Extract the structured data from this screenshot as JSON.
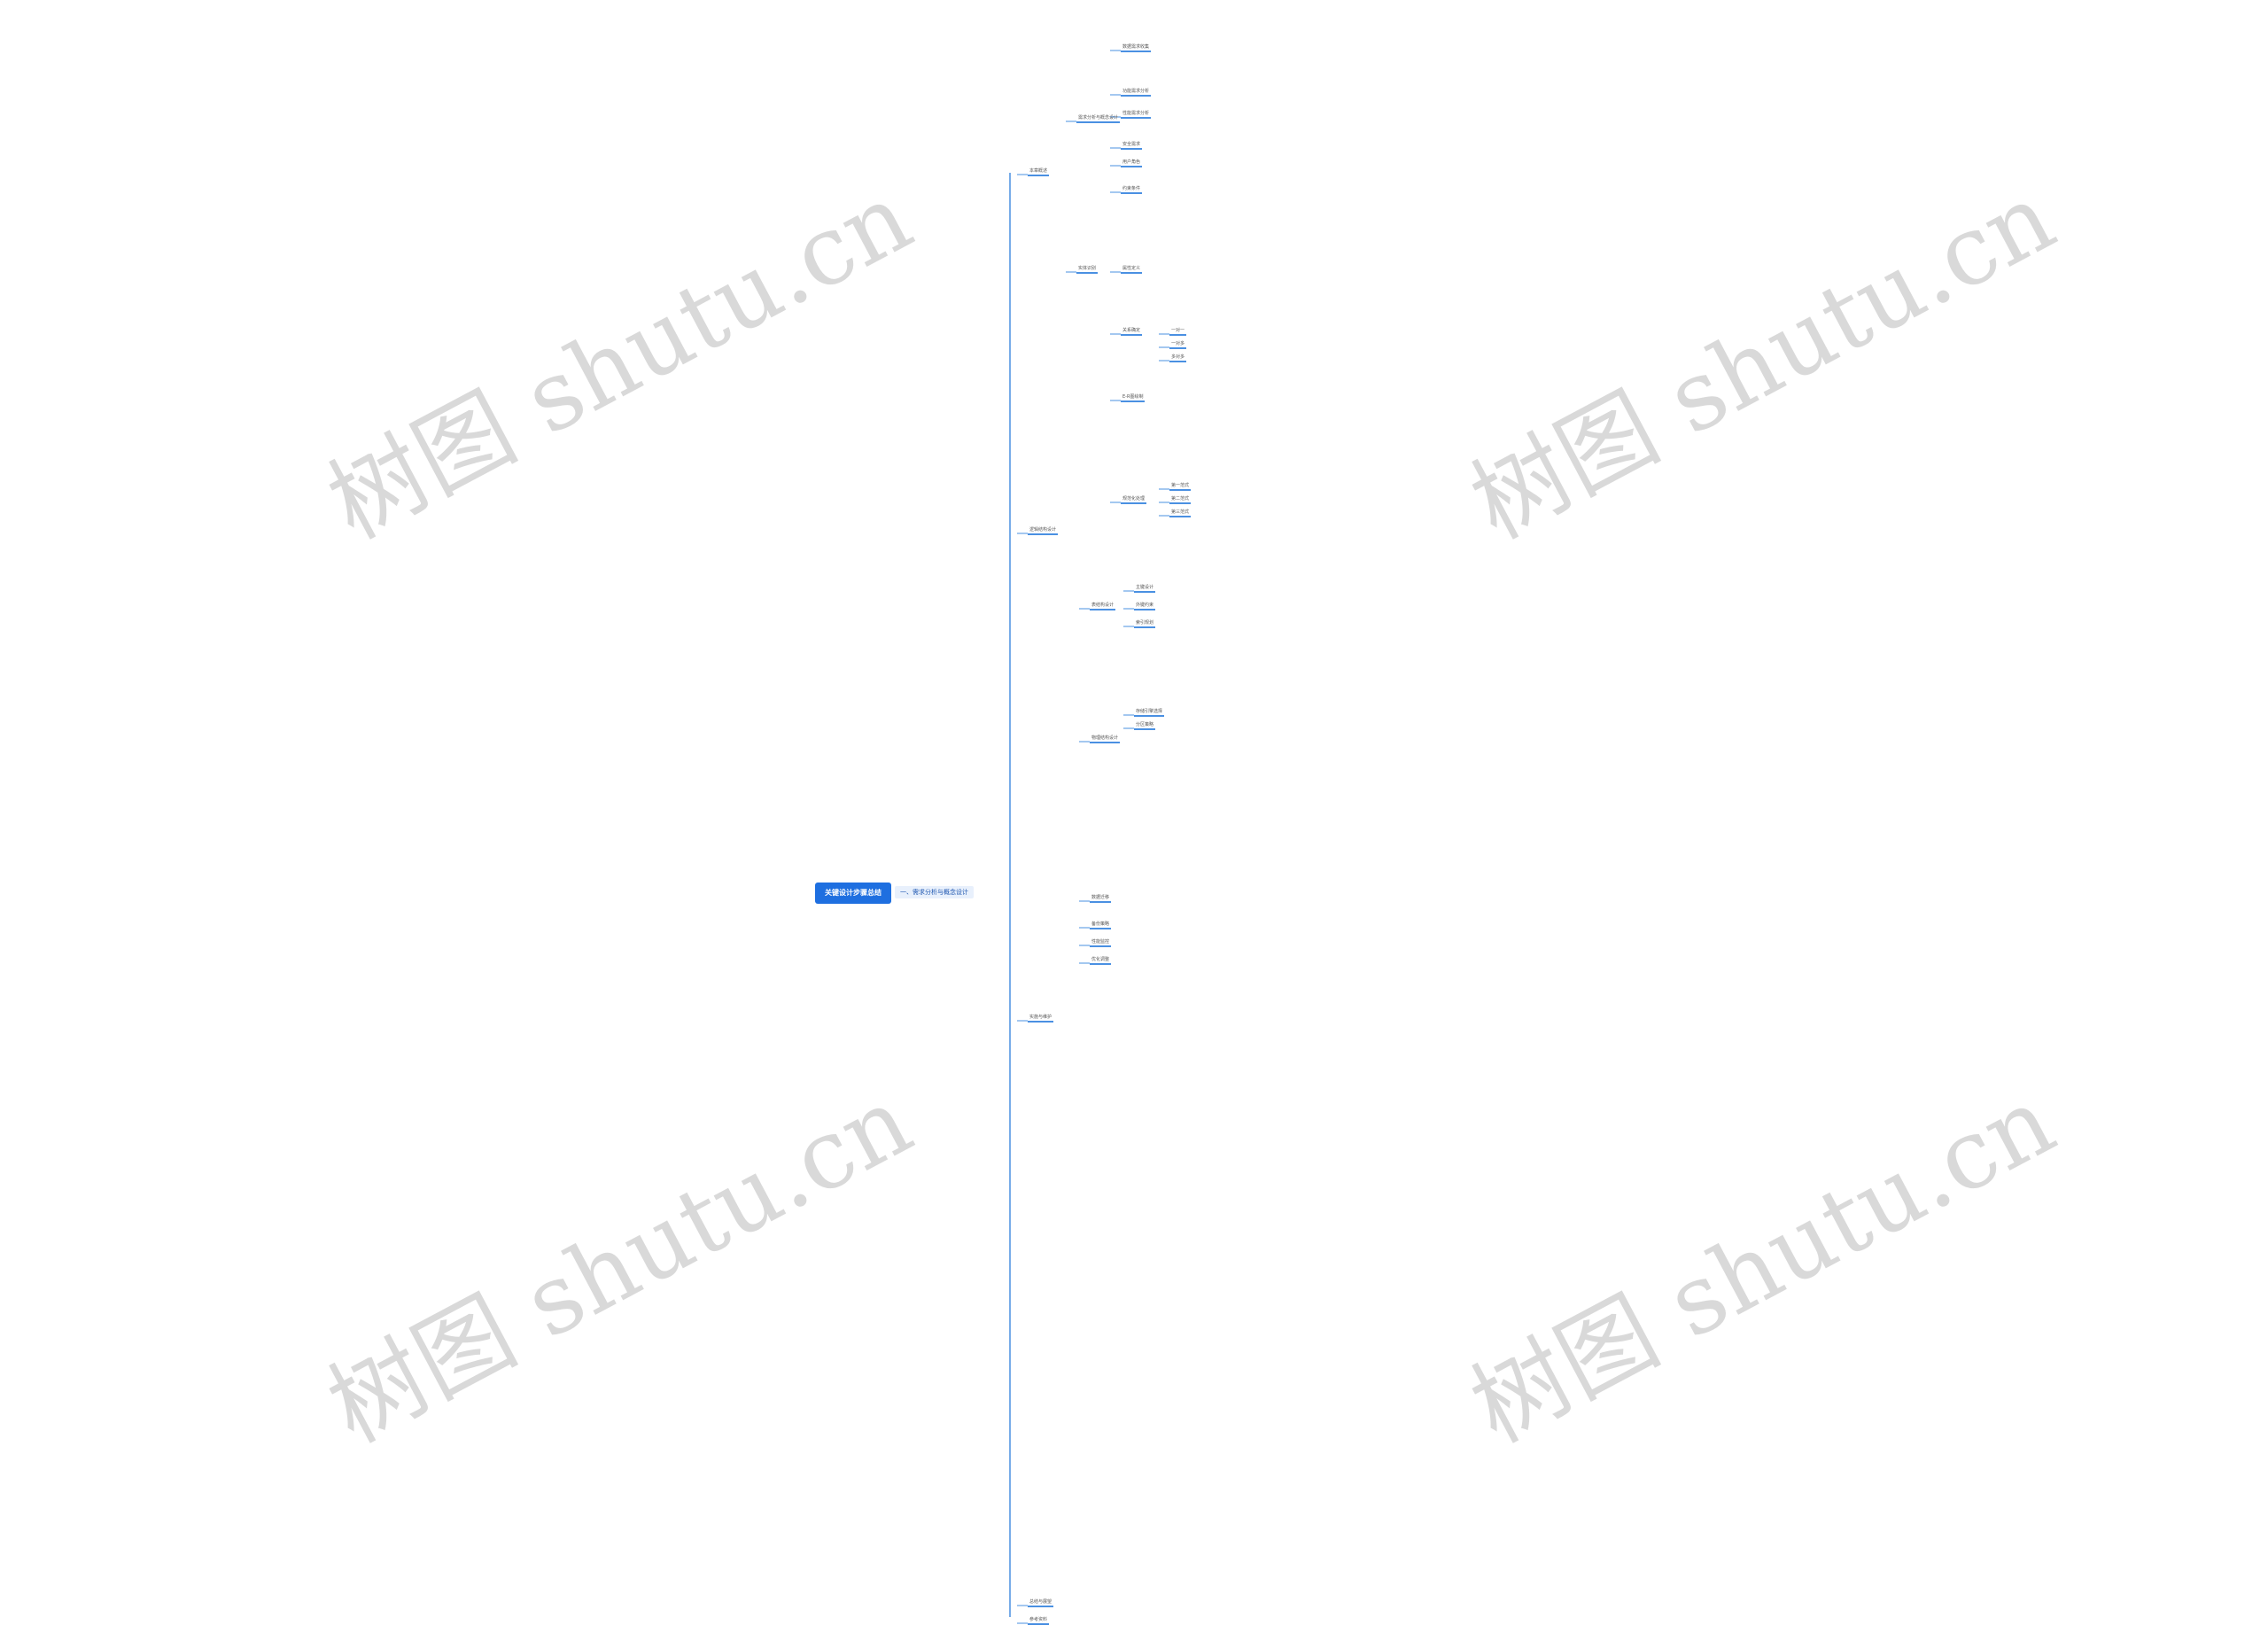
{
  "root": "关键设计步骤总结",
  "level1": "一、需求分析与概念设计",
  "watermark": "树图 shutu.cn",
  "colors": {
    "root": "#1e6fe0",
    "line": "#4a90e2",
    "highlight": "#e03030",
    "watermark": "#888888"
  },
  "nodes": [
    "本章概述",
    "需求分析与概念设计",
    "数据需求收集",
    "功能需求分析",
    "性能需求分析",
    "安全需求",
    "用户角色",
    "约束条件",
    "实体识别",
    "属性定义",
    "关系确定",
    "一对一",
    "一对多",
    "多对多",
    "E-R图绘制",
    "规范化处理",
    "第一范式",
    "第二范式",
    "第三范式",
    "逻辑结构设计",
    "表结构设计",
    "主键设计",
    "外键约束",
    "索引规划",
    "物理结构设计",
    "存储引擎选择",
    "分区策略",
    "实施与维护",
    "数据迁移",
    "备份策略",
    "性能监控",
    "优化调整",
    "总结与展望",
    "参考资料"
  ]
}
